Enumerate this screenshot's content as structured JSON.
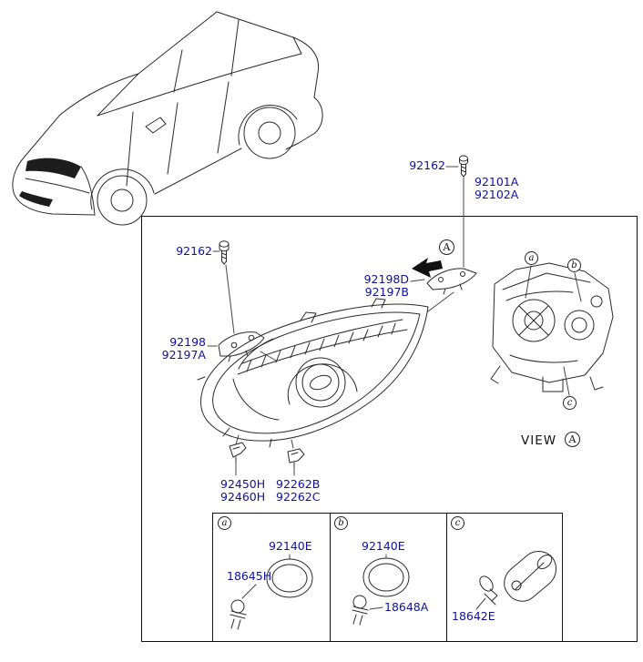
{
  "colors": {
    "label_blue": "#0f10a0",
    "line_dark": "#2a2a2a",
    "background": "#ffffff"
  },
  "diagram": {
    "fasteners": {
      "top_bolt": "92162",
      "side_bolt": "92162"
    },
    "assembly": {
      "line1": "92101A",
      "line2": "92102A"
    },
    "bracket_upper": {
      "line1": "92198D",
      "line2": "92197B"
    },
    "bracket_side": {
      "line1": "92198",
      "line2": "92197A"
    },
    "clips_left": {
      "line1": "92450H",
      "line2": "92460H"
    },
    "clips_right": {
      "line1": "92262B",
      "line2": "92262C"
    },
    "view": {
      "label": "VIEW",
      "ref": "A"
    },
    "arrow_ref": "A",
    "callouts": {
      "a": "a",
      "b": "b",
      "c": "c"
    }
  },
  "table": {
    "headers": {
      "a": "a",
      "b": "b",
      "c": "c"
    },
    "cell_a": {
      "ring": "92140E",
      "bulb": "18645H"
    },
    "cell_b": {
      "ring": "92140E",
      "bulb": "18648A"
    },
    "cell_c": {
      "bulb": "18642E"
    }
  }
}
